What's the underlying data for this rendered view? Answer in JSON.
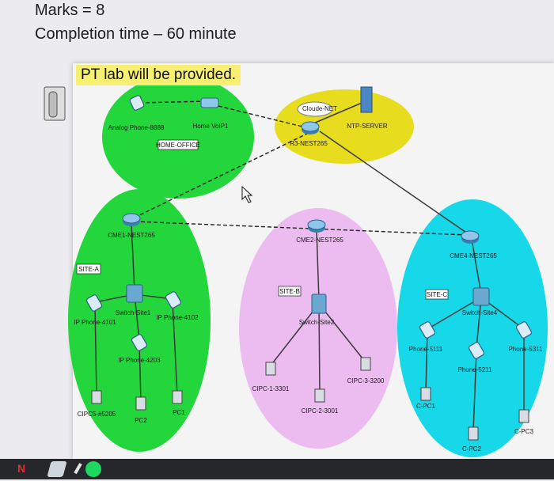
{
  "header": {
    "marks": "Marks = 8",
    "completion_time": "Completion time – 60 minute"
  },
  "banner": "PT lab will be provided.",
  "zones": {
    "home_office": "HOME-OFFICE",
    "site_a": "SITE-A",
    "site_b": "SITE-B",
    "site_c": "SITE-C"
  },
  "devices": {
    "analog_phone": "Analog Phone-8888",
    "home_voip": "Home VoIP1",
    "cloud": "Cloude-NET",
    "ntp": "NTP-SERVER",
    "r3": "R3-NEST265",
    "cme1": "CME1-NEST265",
    "cme2": "CME2-NEST265",
    "cme4": "CME4-NEST265",
    "switch_a": "Switch-Site1",
    "switch_b": "Switch-Site2",
    "switch_c": "Switch-Site4",
    "ip_phone_4101": "IP Phone-4101",
    "ip_phone_4102": "IP Phone-4102",
    "ip_phone_4203": "IP Phone-4203",
    "cipc_5205": "CIPC5-#5205",
    "pc2": "PC2",
    "pc1": "PC1",
    "cipc_3301": "CIPC-1-3301",
    "cipc_3001": "CIPC-2-3001",
    "cipc_3200": "CIPC-3-3200",
    "phone_5111": "Phone-5111",
    "phone_5211": "Phone-5211",
    "phone_5311": "Phone-5311",
    "c_pc1": "C-PC1",
    "c_pc2": "C-PC2",
    "c_pc3": "C-PC3"
  },
  "taskbar": {
    "start_letter": "N"
  },
  "colors": {
    "green_zone": "#23d63c",
    "yellow_zone": "#e8dc1e",
    "pink_zone": "#ecbcf0",
    "cyan_zone": "#16d8e8",
    "link_solid": "#3b3b3b",
    "link_dashed": "#222222",
    "banner": "#f6ef72"
  }
}
